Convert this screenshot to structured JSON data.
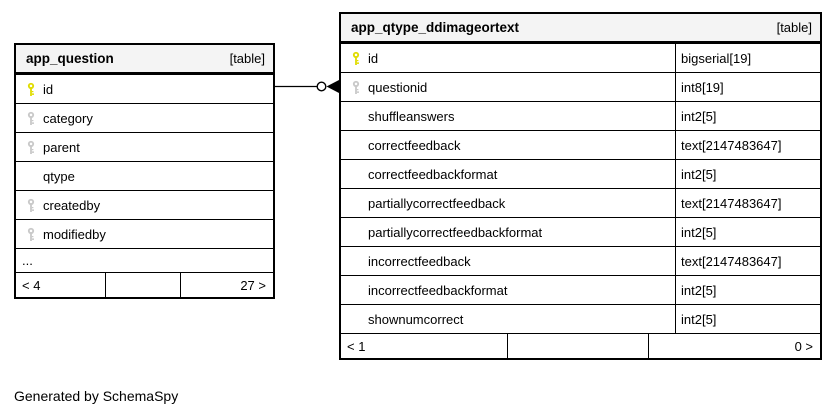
{
  "diagram": {
    "generated_by": "Generated by SchemaSpy",
    "colors": {
      "primary_key_icon": "#e0dc00",
      "foreign_key_icon": "#c9c9c9",
      "header_bg": "#f4f4f4",
      "border": "#000000",
      "background": "#ffffff"
    },
    "tables": [
      {
        "name": "app_question",
        "kind": "[table]",
        "columns": [
          {
            "name": "id",
            "icon": "primary-key-icon"
          },
          {
            "name": "category",
            "icon": "foreign-key-icon"
          },
          {
            "name": "parent",
            "icon": "foreign-key-icon"
          },
          {
            "name": "qtype",
            "icon": null
          },
          {
            "name": "createdby",
            "icon": "foreign-key-icon"
          },
          {
            "name": "modifiedby",
            "icon": "foreign-key-icon"
          }
        ],
        "ellipsis": "...",
        "footer": {
          "left": "< 4",
          "middle": "",
          "right": "27 >"
        }
      },
      {
        "name": "app_qtype_ddimageortext",
        "kind": "[table]",
        "columns": [
          {
            "name": "id",
            "type": "bigserial[19]",
            "icon": "primary-key-icon"
          },
          {
            "name": "questionid",
            "type": "int8[19]",
            "icon": "foreign-key-icon"
          },
          {
            "name": "shuffleanswers",
            "type": "int2[5]",
            "icon": null
          },
          {
            "name": "correctfeedback",
            "type": "text[2147483647]",
            "icon": null
          },
          {
            "name": "correctfeedbackformat",
            "type": "int2[5]",
            "icon": null
          },
          {
            "name": "partiallycorrectfeedback",
            "type": "text[2147483647]",
            "icon": null
          },
          {
            "name": "partiallycorrectfeedbackformat",
            "type": "int2[5]",
            "icon": null
          },
          {
            "name": "incorrectfeedback",
            "type": "text[2147483647]",
            "icon": null
          },
          {
            "name": "incorrectfeedbackformat",
            "type": "int2[5]",
            "icon": null
          },
          {
            "name": "shownumcorrect",
            "type": "int2[5]",
            "icon": null
          }
        ],
        "footer": {
          "left": "< 1",
          "middle": "",
          "right": "0 >"
        }
      }
    ],
    "relationship": {
      "from_table": "app_question",
      "from_column": "id",
      "to_table": "app_qtype_ddimageortext",
      "to_column": "questionid"
    }
  }
}
